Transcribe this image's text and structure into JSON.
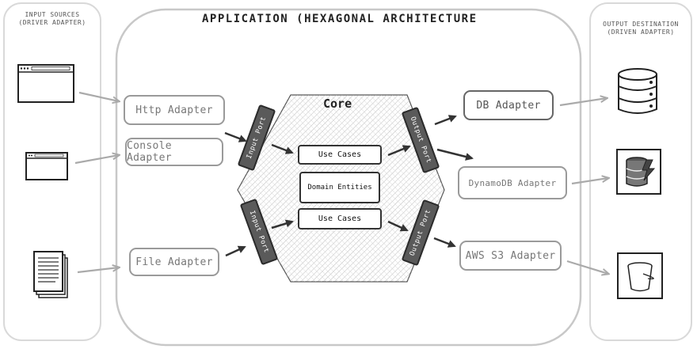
{
  "panels": {
    "input_title_line1": "INPUT SOURCES",
    "input_title_line2": "(DRIVER ADAPTER)",
    "output_title_line1": "OUTPUT DESTINATION",
    "output_title_line2": "(DRIVEN ADAPTER)"
  },
  "app": {
    "title": "APPLICATION (HEXAGONAL ARCHITECTURE"
  },
  "core": {
    "title": "Core",
    "use_cases_top": "Use Cases",
    "domain_entities": "Domain Entities",
    "use_cases_bottom": "Use Cases"
  },
  "ports": {
    "input_top": "Input Port",
    "input_bottom": "Input Port",
    "output_top": "Output Port",
    "output_bottom": "Output Port"
  },
  "driver_adapters": {
    "http": "Http Adapter",
    "console": "Console Adapter",
    "file": "File Adapter"
  },
  "driven_adapters": {
    "db": "DB Adapter",
    "dynamodb": "DynamoDB Adapter",
    "s3": "AWS S3 Adapter"
  },
  "icons": {
    "input": [
      "browser-window-icon",
      "console-window-icon",
      "document-stack-icon"
    ],
    "output": [
      "database-icon",
      "dynamodb-icon",
      "s3-bucket-icon"
    ]
  }
}
